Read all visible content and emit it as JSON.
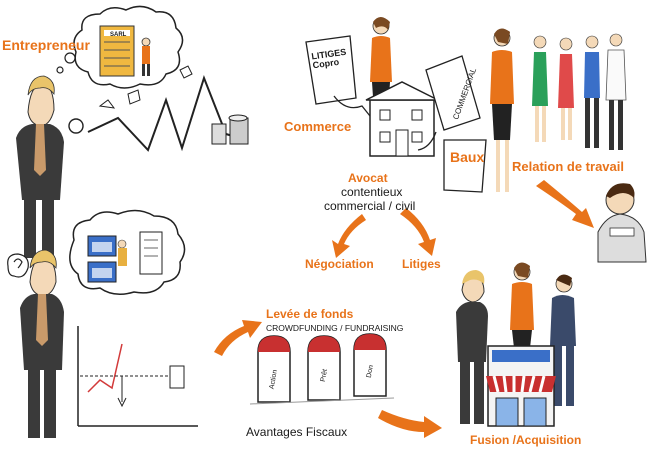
{
  "colors": {
    "accent": "#e8731a",
    "ink": "#1a1a1a",
    "suit": "#3a3a3a"
  },
  "labels": {
    "entrepreneur": "Entrepreneur",
    "commerce": "Commerce",
    "avocat": "Avocat",
    "contentieux": "contentieux",
    "commercial_civil": "commercial / civil",
    "negociation": "Négociation",
    "litiges": "Litiges",
    "relation_travail": "Relation de travail",
    "levee_fonds": "Levée de fonds",
    "crowdfunding": "CROWDFUNDING / FUNDRAISING",
    "avantages_fiscaux": "Avantages Fiscaux",
    "fusion": "Fusion /Acquisition"
  },
  "documents": {
    "litiges_copro": "LITIGES Copro",
    "baux": "Baux",
    "commercial_doc": "COMMERCIAL"
  },
  "milestones": [
    "Action",
    "Prêt",
    "Don"
  ],
  "sign_text": "SARL"
}
